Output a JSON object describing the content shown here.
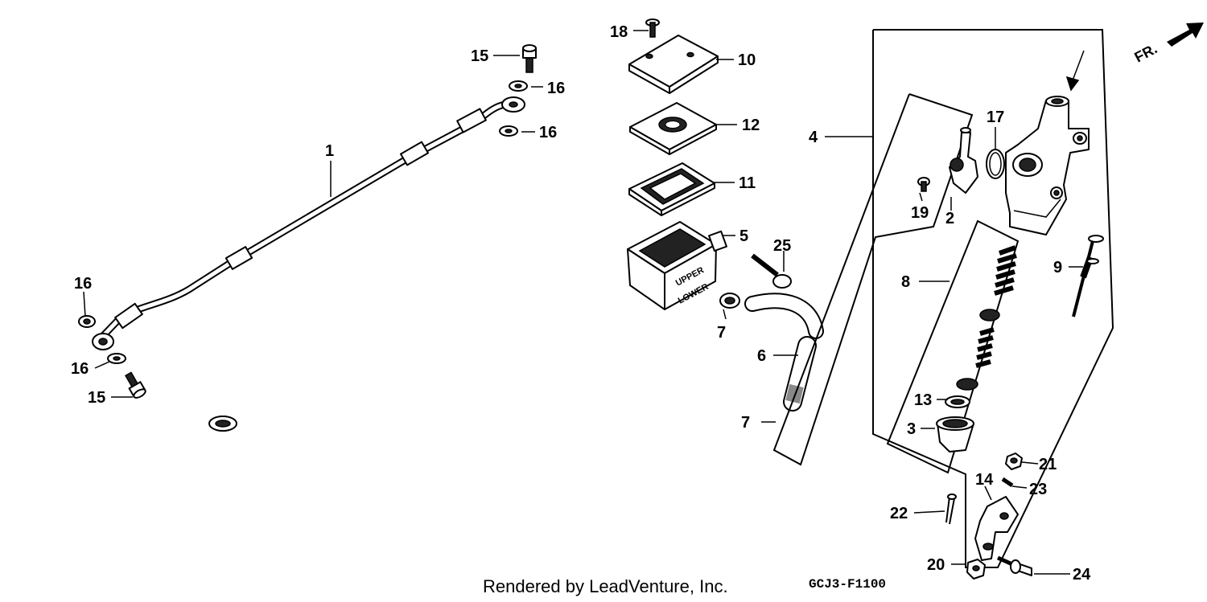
{
  "callouts": [
    {
      "id": "c1",
      "text": "1"
    },
    {
      "id": "c15a",
      "text": "15"
    },
    {
      "id": "c16a",
      "text": "16"
    },
    {
      "id": "c16b",
      "text": "16"
    },
    {
      "id": "c16c",
      "text": "16"
    },
    {
      "id": "c16d",
      "text": "16"
    },
    {
      "id": "c15b",
      "text": "15"
    },
    {
      "id": "c18",
      "text": "18"
    },
    {
      "id": "c10",
      "text": "10"
    },
    {
      "id": "c12",
      "text": "12"
    },
    {
      "id": "c11",
      "text": "11"
    },
    {
      "id": "c5",
      "text": "5"
    },
    {
      "id": "c25",
      "text": "25"
    },
    {
      "id": "c7a",
      "text": "7"
    },
    {
      "id": "c6",
      "text": "6"
    },
    {
      "id": "c7b",
      "text": "7"
    },
    {
      "id": "c4",
      "text": "4"
    },
    {
      "id": "c17",
      "text": "17"
    },
    {
      "id": "c19",
      "text": "19"
    },
    {
      "id": "c2",
      "text": "2"
    },
    {
      "id": "c8",
      "text": "8"
    },
    {
      "id": "c9",
      "text": "9"
    },
    {
      "id": "c13",
      "text": "13"
    },
    {
      "id": "c3",
      "text": "3"
    },
    {
      "id": "c21",
      "text": "21"
    },
    {
      "id": "c14",
      "text": "14"
    },
    {
      "id": "c23",
      "text": "23"
    },
    {
      "id": "c22",
      "text": "22"
    },
    {
      "id": "c20",
      "text": "20"
    },
    {
      "id": "c24",
      "text": "24"
    }
  ],
  "reservoir_text": {
    "upper": "UPPER",
    "lower": "LOWER"
  },
  "direction_label": "FR.",
  "credit": "Rendered by LeadVenture, Inc.",
  "diagram_code": "GCJ3-F1100"
}
